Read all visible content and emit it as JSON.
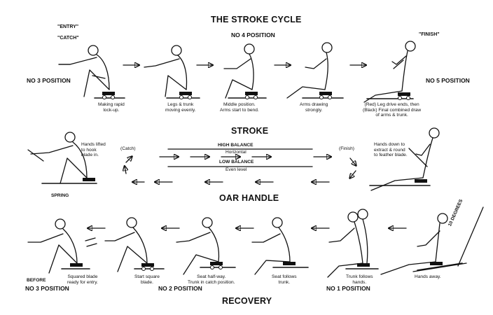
{
  "titles": {
    "stroke_cycle": "THE STROKE CYCLE",
    "stroke": "STROKE",
    "oar_handle": "OAR HANDLE",
    "recovery": "RECOVERY"
  },
  "top_row": {
    "entry": "\"ENTRY\"",
    "catch": "\"CATCH\"",
    "no4": "NO 4 POSITION",
    "finish": "\"FINISH\"",
    "no3": "NO 3 POSITION",
    "no5": "NO 5 POSITION",
    "captions": [
      "Making rapid\nlock-up.",
      "Legs & trunk\nmoving evenly.",
      "Middle position.\nArms start to bend.",
      "Arms drawing\nstrongly.",
      "(Red) Leg drive ends, then\n(Black) Final combined draw\nof arms & trunk."
    ]
  },
  "middle_row": {
    "left_note": "Hands lifted\nto hook\nblade in.",
    "catch_label": "(Catch)",
    "spring": "SPRING",
    "high_balance": "HIGH BALANCE",
    "horizontal": "Horizontal",
    "low_balance": "LOW BALANCE",
    "even_level": "Even level",
    "finish_label": "(Finish)",
    "right_note": "Hands down to\nextract & round\nto feather blade."
  },
  "bottom_row": {
    "ten_degrees": "10 DEGREES",
    "before": "BEFORE",
    "no3": "NO 3 POSITION",
    "no2": "NO 2 POSITION",
    "no1": "NO 1 POSITION",
    "captions": [
      "Squared blade\nready for entry.",
      "Start square\nblade.",
      "Seat half-way.\nTrunk in catch position.",
      "Seat follows\ntrunk.",
      "Trunk follows\nhands.",
      "Hands away."
    ]
  }
}
